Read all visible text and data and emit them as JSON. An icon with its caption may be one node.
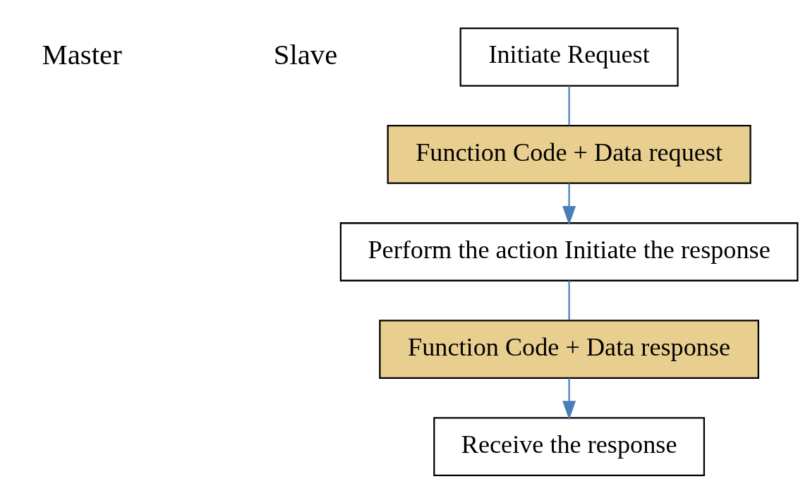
{
  "diagram": {
    "nodes": [
      {
        "text": [
          "Initiate Request"
        ]
      },
      {
        "text": [
          "Function Code + Data request"
        ]
      },
      {
        "text": [
          "Perform the action Initiate the response"
        ]
      },
      {
        "text": [
          "Function Code + Data response"
        ]
      },
      {
        "text": [
          "Receive the response"
        ]
      }
    ],
    "edges": [
      {
        "from": 0,
        "to": 1,
        "arrow": "none",
        "color": "#4a7ebb"
      },
      {
        "from": 1,
        "to": 2,
        "arrow": "to",
        "color": "#4a7ebb"
      },
      {
        "from": 2,
        "to": 3,
        "arrow": "none",
        "color": "#4a7ebb"
      },
      {
        "from": 3,
        "to": 4,
        "arrow": "to",
        "color": "#4a7ebb"
      }
    ],
    "labels": [
      "Master",
      "Slave"
    ]
  }
}
